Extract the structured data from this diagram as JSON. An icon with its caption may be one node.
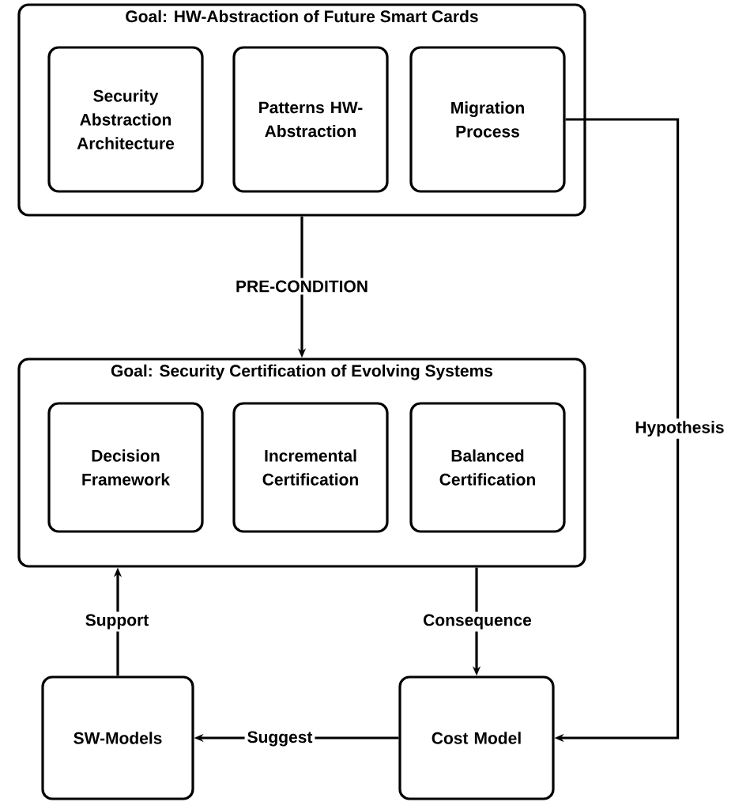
{
  "diagram": {
    "nodes": [
      {
        "text": [
          "Goal: HW-Abstraction of Future Smart Cards"
        ]
      },
      {
        "text": [
          "Security Abstraction Architecture"
        ],
        "in": 0
      },
      {
        "text": [
          "Patterns HW-Abstraction"
        ],
        "in": 0
      },
      {
        "text": [
          "Migration Process"
        ],
        "in": 0
      },
      {
        "text": [
          "Goal: Security Certification of Evolving Systems"
        ]
      },
      {
        "text": [
          "Decision Framework"
        ],
        "in": 4
      },
      {
        "text": [
          "Incremental Certification"
        ],
        "in": 4
      },
      {
        "text": [
          "Balanced Certification"
        ],
        "in": 4
      },
      {
        "text": [
          "SW-Models"
        ]
      },
      {
        "text": [
          "Cost Model"
        ]
      }
    ],
    "edges": [
      {
        "from": 0,
        "to": 4,
        "arrow": "to",
        "label": "PRE-CONDITION"
      },
      {
        "from": 3,
        "to": 9,
        "arrow": "to",
        "label": "Hypothesis"
      },
      {
        "from": 8,
        "to": 4,
        "arrow": "to",
        "label": "Support"
      },
      {
        "from": 4,
        "to": 9,
        "arrow": "to",
        "label": "Consequence"
      },
      {
        "from": 9,
        "to": 8,
        "arrow": "to",
        "label": "Suggest"
      }
    ]
  }
}
